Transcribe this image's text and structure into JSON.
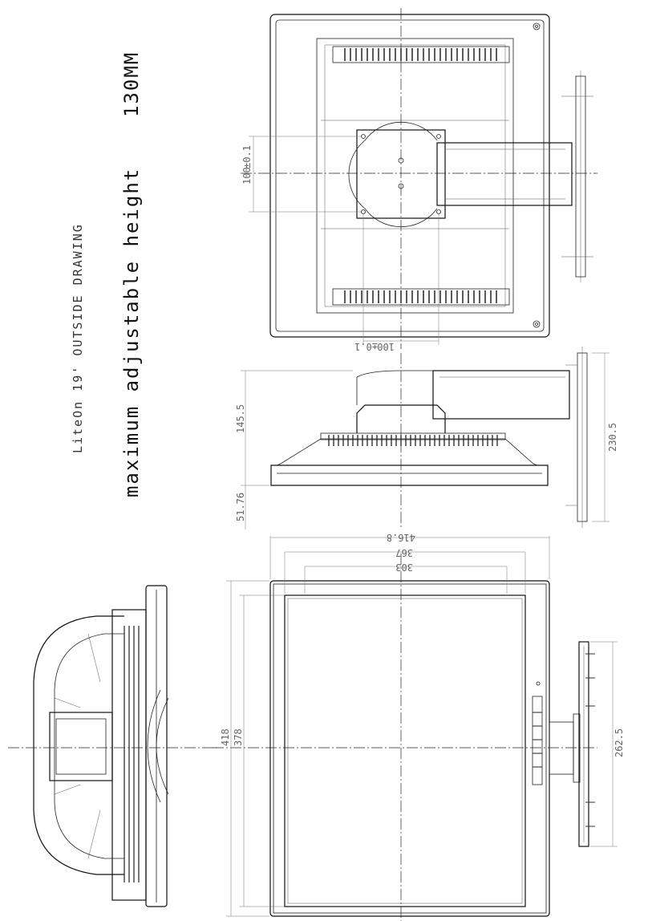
{
  "drawing": {
    "title": "LiteOn 19' OUTSIDE DRAWING",
    "subtitle": "maximum adjustable height",
    "height_value": "130MM"
  },
  "dimensions": {
    "top_view_depth": "145.5",
    "top_view_base_offset": "51.76",
    "top_view_width": "230.5",
    "vesa_horizontal": "100",
    "vesa_vertical": "100",
    "vesa_tolerance": "±0.1",
    "outer_width": "416.8",
    "bezel_width": "367",
    "screen_width": "303",
    "outer_height": "418",
    "screen_height": "378",
    "base_width": "262.5"
  }
}
